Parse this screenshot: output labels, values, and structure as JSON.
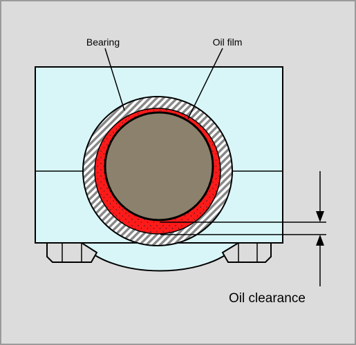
{
  "labels": {
    "bearing": "Bearing",
    "oil_film": "Oil film",
    "oil_clearance": "Oil clearance"
  },
  "colors": {
    "background": "#dcdcdc",
    "housing": "#d8f6f8",
    "bearing_hatch": "#888888",
    "oil_film": "#ff1a1a",
    "shaft": "#8c816c",
    "outline": "#000000"
  }
}
